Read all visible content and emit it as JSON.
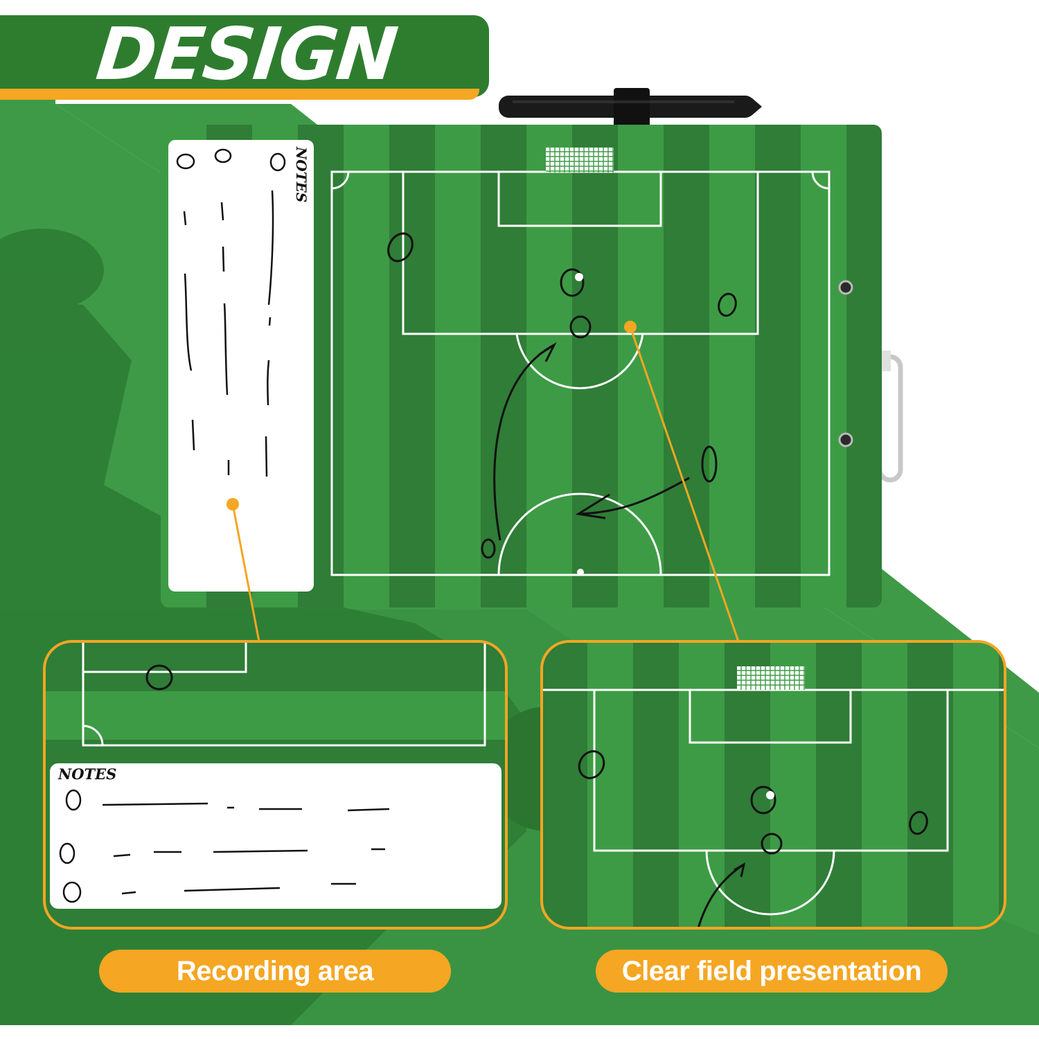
{
  "header": {
    "title": "DESIGN"
  },
  "board": {
    "notes_label": "NOTES",
    "field_colors": {
      "light": "#3d9b45",
      "dark": "#2f7d37",
      "line": "#ffffff"
    },
    "pen_color": "#1a1a1a"
  },
  "callouts": [
    {
      "label": "Recording area"
    },
    {
      "label": "Clear field presentation"
    }
  ],
  "zoom_left": {
    "notes_label": "NOTES"
  },
  "colors": {
    "accent": "#f5a623",
    "brand_green": "#2e7d2f",
    "background_green": "#3f9a47"
  },
  "icons": [
    "pen-icon",
    "carabiner-icon",
    "clip-icon"
  ]
}
